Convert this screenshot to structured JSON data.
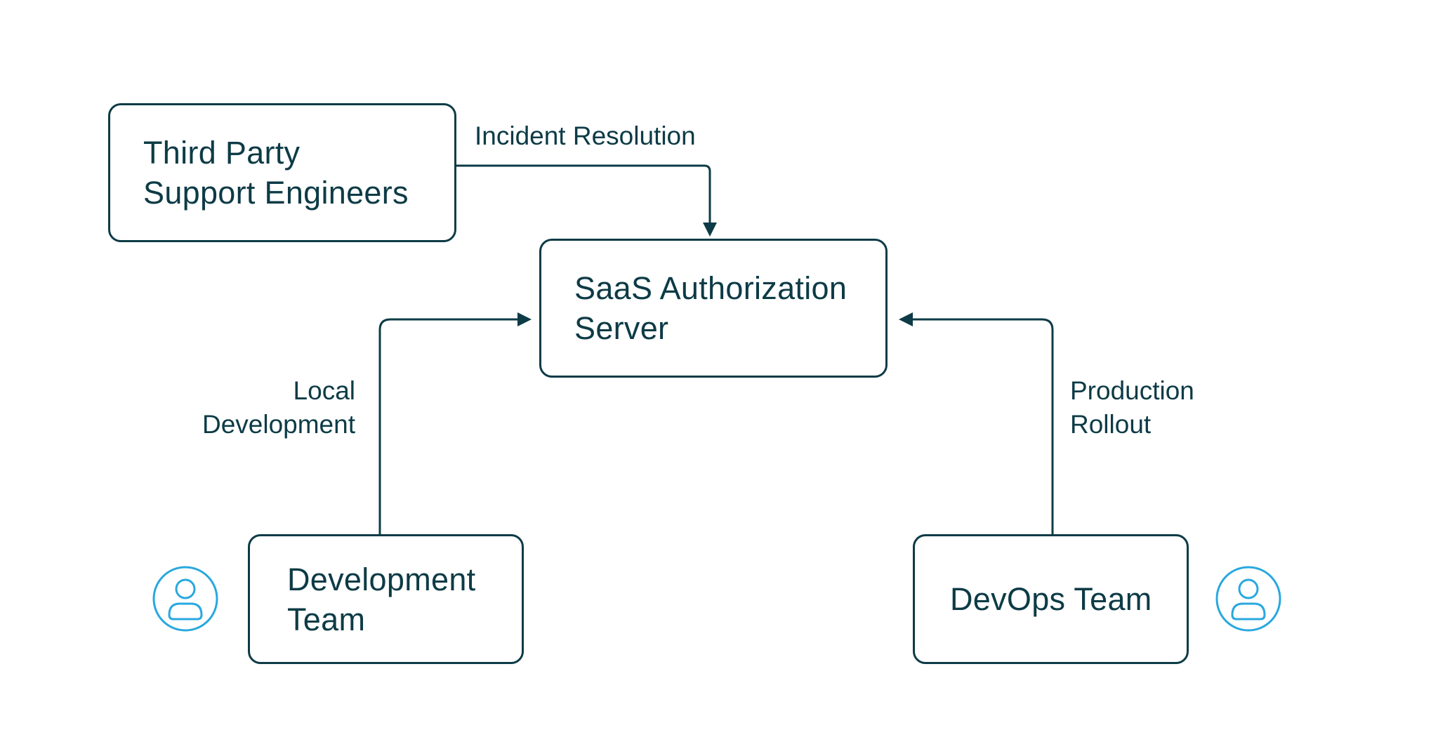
{
  "nodes": {
    "third_party": {
      "line1": "Third Party",
      "line2": "Support Engineers"
    },
    "saas": {
      "line1": "SaaS Authorization",
      "line2": "Server"
    },
    "dev_team": {
      "line1": "Development",
      "line2": "Team"
    },
    "devops_team": {
      "line1": "DevOps Team"
    }
  },
  "edges": {
    "incident": {
      "label": "Incident Resolution"
    },
    "local": {
      "line1": "Local",
      "line2": "Development"
    },
    "production": {
      "line1": "Production",
      "line2": "Rollout"
    }
  },
  "icons": {
    "dev_team": "user-icon",
    "devops_team": "user-icon"
  },
  "colors": {
    "stroke": "#0d3b46",
    "text": "#0d3b46",
    "icon": "#29a8df",
    "background": "#ffffff"
  }
}
